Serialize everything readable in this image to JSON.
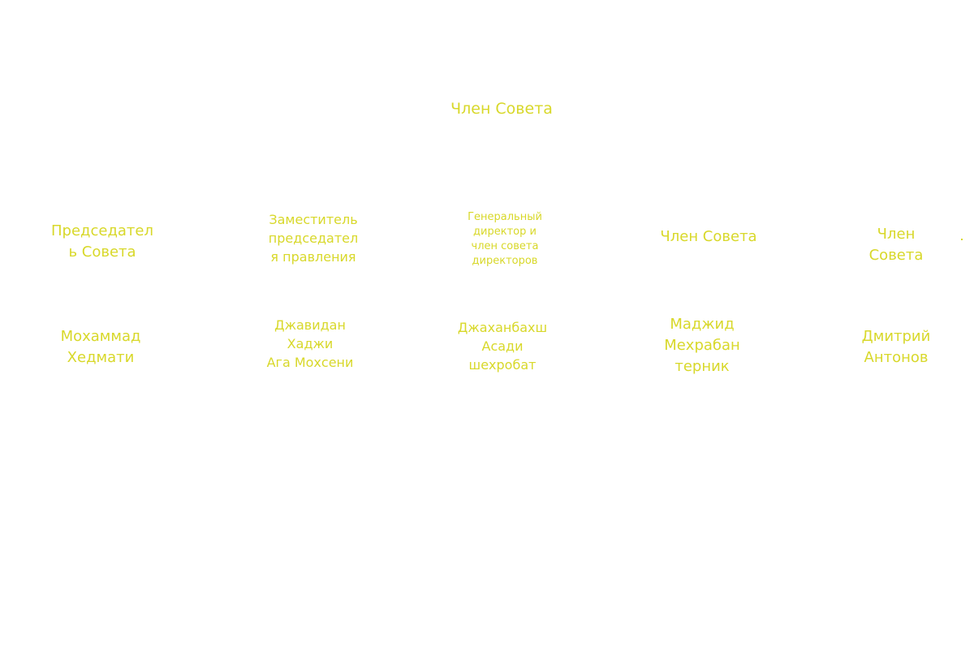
{
  "header": {
    "title": "Член Совета"
  },
  "members": [
    {
      "role": "Председател\nь Совета",
      "name": "Мохаммад\nХедмати"
    },
    {
      "role": "Заместитель\nпредседател\nя правления",
      "name": "Джавидан\nХаджи\nАга Мохсени"
    },
    {
      "role": "Генеральный\nдиректор и\nчлен совета\nдиректоров",
      "name": "Джаханбахш\nАсади\nшехробат"
    },
    {
      "role": "Член Совета",
      "name": "Маджид\nМехрабан\nтерник"
    },
    {
      "role": "Член Совета",
      "name": "Дмитрий\nАнтонов"
    }
  ],
  "colors": {
    "text": "#d8d82a",
    "background": "#ffffff"
  }
}
